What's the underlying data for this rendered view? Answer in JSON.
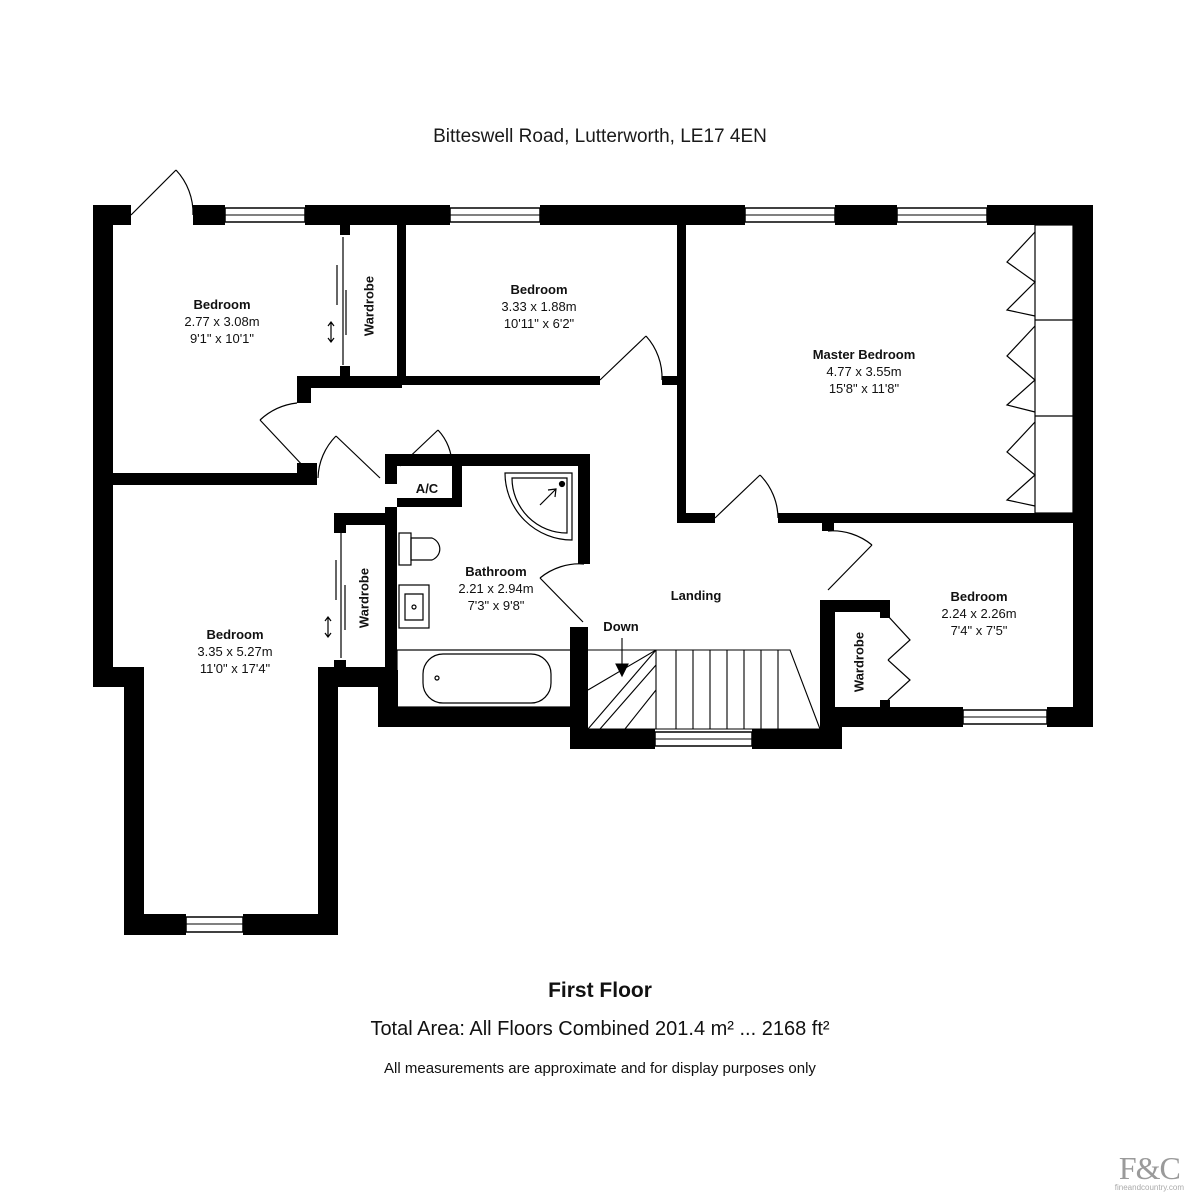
{
  "header": {
    "address": "Bitteswell Road, Lutterworth, LE17 4EN"
  },
  "rooms": {
    "bedroom_nw": {
      "name": "Bedroom",
      "metric": "2.77 x 3.08m",
      "imperial": "9'1\" x 10'1\""
    },
    "bedroom_n": {
      "name": "Bedroom",
      "metric": "3.33 x 1.88m",
      "imperial": "10'11\" x 6'2\""
    },
    "master": {
      "name": "Master Bedroom",
      "metric": "4.77 x 3.55m",
      "imperial": "15'8\" x 11'8\""
    },
    "bedroom_sw": {
      "name": "Bedroom",
      "metric": "3.35 x 5.27m",
      "imperial": "11'0\" x 17'4\""
    },
    "bathroom": {
      "name": "Bathroom",
      "metric": "2.21 x 2.94m",
      "imperial": "7'3\" x 9'8\""
    },
    "bedroom_se": {
      "name": "Bedroom",
      "metric": "2.24 x 2.26m",
      "imperial": "7'4\" x 7'5\""
    }
  },
  "labels": {
    "landing": "Landing",
    "down": "Down",
    "ac": "A/C",
    "wardrobe": "Wardrobe"
  },
  "footer": {
    "floor": "First Floor",
    "total_area": "Total Area: All Floors Combined 201.4 m² ... 2168 ft²",
    "disclaimer": "All measurements are approximate and for display purposes only"
  },
  "logo": {
    "mark": "F&C",
    "site": "fineandcountry.com"
  },
  "colors": {
    "wall": "#000000",
    "background": "#ffffff",
    "logo": "#9a9a9a"
  }
}
